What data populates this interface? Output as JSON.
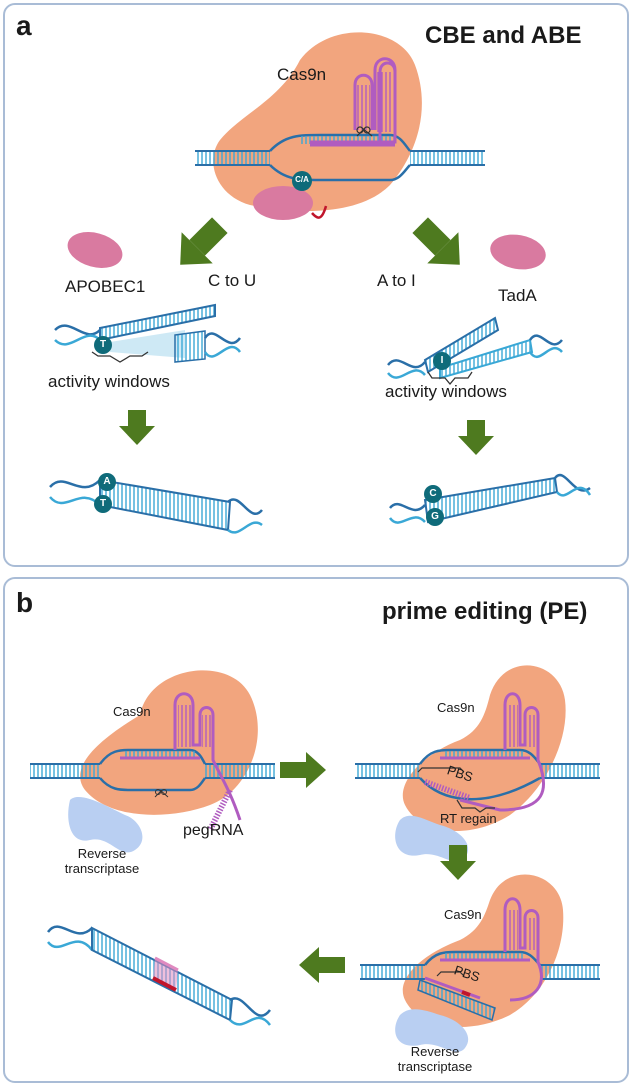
{
  "panel_a": {
    "letter": "a",
    "title": "CBE and ABE",
    "cas9n_label": "Cas9n",
    "base_marker": "C/A",
    "left": {
      "enzyme": "APOBEC1",
      "conversion": "C to U",
      "edited_base": "T",
      "window_label": "activity windows",
      "result_pair": [
        "A",
        "T"
      ]
    },
    "right": {
      "enzyme": "TadA",
      "conversion": "A to I",
      "edited_base": "I",
      "window_label": "activity windows",
      "result_pair": [
        "C",
        "G"
      ]
    }
  },
  "panel_b": {
    "letter": "b",
    "title": "prime editing (PE)",
    "cas9n_label": "Cas9n",
    "pegrna_label": "pegRNA",
    "rt_label_line1": "Reverse",
    "rt_label_line2": "transcriptase",
    "pbs_label": "PBS",
    "rt_region_label": "RT regain"
  },
  "colors": {
    "cas9n": "#f2a57e",
    "dna": "#3aa8d6",
    "dna_dark": "#2a6fa8",
    "rna": "#b05cc0",
    "enzyme": "#d97aa0",
    "arrow": "#4e7a1f",
    "rt": "#b9cff2",
    "base_circle": "#0f6b7a",
    "edit_red": "#c0162c",
    "edit_pink": "#e08ac0"
  }
}
